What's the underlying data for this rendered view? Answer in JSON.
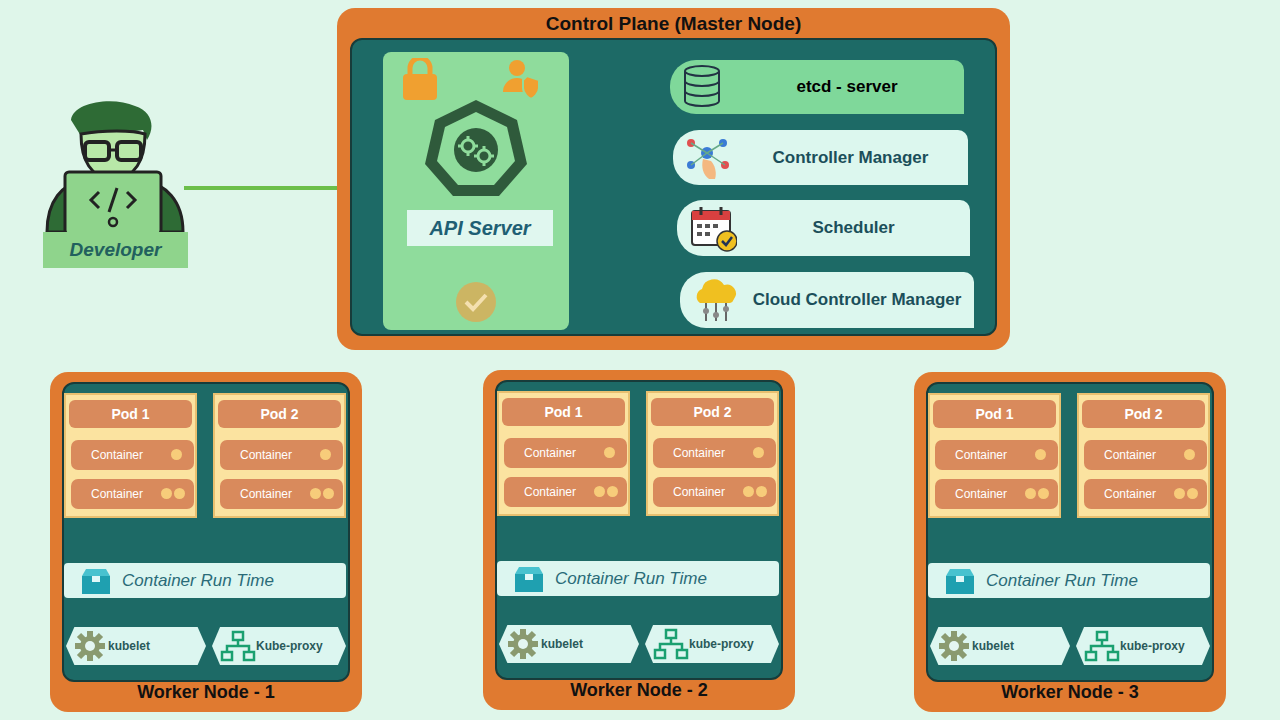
{
  "diagram": {
    "nodes": [
      {
        "text": [
          "Developer"
        ]
      },
      {
        "text": [
          "Control Plane (Master Node)"
        ]
      },
      {
        "text": [
          "API Server"
        ],
        "in": 1
      },
      {
        "text": [
          "etcd - server"
        ],
        "in": 1
      },
      {
        "text": [
          "Controller Manager"
        ],
        "in": 1
      },
      {
        "text": [
          "Scheduler"
        ],
        "in": 1
      },
      {
        "text": [
          "Cloud Controller Manager"
        ],
        "in": 1
      },
      {
        "text": [
          "Worker Node - 1"
        ]
      },
      {
        "text": [
          "Pod 1"
        ],
        "in": 7
      },
      {
        "text": [
          "Container"
        ],
        "in": 8
      },
      {
        "text": [
          "Container"
        ],
        "in": 8
      },
      {
        "text": [
          "Pod 2"
        ],
        "in": 7
      },
      {
        "text": [
          "Container"
        ],
        "in": 11
      },
      {
        "text": [
          "Container"
        ],
        "in": 11
      },
      {
        "text": [
          "Container Run Time"
        ],
        "in": 7
      },
      {
        "text": [
          "kubelet"
        ],
        "in": 7
      },
      {
        "text": [
          "Kube-proxy"
        ],
        "in": 7
      },
      {
        "text": [
          "Worker Node - 2"
        ]
      },
      {
        "text": [
          "Pod 1"
        ],
        "in": 17
      },
      {
        "text": [
          "Container"
        ],
        "in": 18
      },
      {
        "text": [
          "Container"
        ],
        "in": 18
      },
      {
        "text": [
          "Pod 2"
        ],
        "in": 17
      },
      {
        "text": [
          "Container"
        ],
        "in": 21
      },
      {
        "text": [
          "Container"
        ],
        "in": 21
      },
      {
        "text": [
          "Container Run Time"
        ],
        "in": 17
      },
      {
        "text": [
          "kubelet"
        ],
        "in": 17
      },
      {
        "text": [
          "kube-proxy"
        ],
        "in": 17
      },
      {
        "text": [
          "Worker Node - 3"
        ]
      },
      {
        "text": [
          "Pod 1"
        ],
        "in": 27
      },
      {
        "text": [
          "Container"
        ],
        "in": 28
      },
      {
        "text": [
          "Container"
        ],
        "in": 28
      },
      {
        "text": [
          "Pod 2"
        ],
        "in": 27
      },
      {
        "text": [
          "Container"
        ],
        "in": 31
      },
      {
        "text": [
          "Container"
        ],
        "in": 31
      },
      {
        "text": [
          "Container Run Time"
        ],
        "in": 27
      },
      {
        "text": [
          "kubelet"
        ],
        "in": 27
      },
      {
        "text": [
          "kube-proxy"
        ],
        "in": 27
      }
    ],
    "edges": [
      {
        "from": 0,
        "to": 2,
        "arrow": "to"
      }
    ]
  }
}
